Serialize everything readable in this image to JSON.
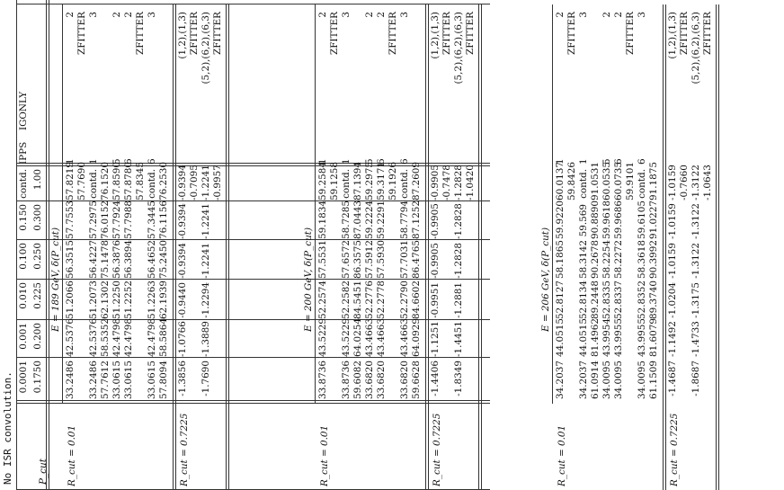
{
  "title": "No ISR convolution.",
  "header": {
    "pcut_label": "P_cut",
    "pcut_values_row1": [
      "0.0001",
      "0.001",
      "0.010",
      "0.100",
      "0.150"
    ],
    "pcut_values_row2": [
      "0.1750",
      "0.200",
      "0.225",
      "0.250",
      "0.300"
    ],
    "contd_row1": "contd.",
    "contd_row2": "1.00",
    "ipps": "IPPS",
    "igonly": "IGONLY"
  },
  "sections": [
    {
      "energy_label": "E = 189 GeV, δ(P_cut)",
      "rcut_001_label": "R_cut = 0.01",
      "rcut_07_label": "R_cut = 0.7225",
      "rows_001": [
        {
          "c": [
            "33.2486",
            "42.5376",
            "51.2066",
            "56.3515",
            "57.7553",
            "57.8219"
          ],
          "ipps": "1",
          "igonly": "2"
        },
        {
          "c": [
            "",
            "",
            "",
            "",
            "",
            "57.7690"
          ],
          "ipps": "",
          "igonly": "ZFITTER"
        },
        {
          "c": [
            "33.2486",
            "42.5376",
            "51.2073",
            "56.4227",
            "57.2975",
            "contd."
          ],
          "ipps": "1",
          "igonly": "3"
        },
        {
          "c": [
            "57.7612",
            "58.5352",
            "62.1302",
            "75.1478",
            "76.0152",
            "76.1520"
          ],
          "ipps": "",
          "igonly": ""
        },
        {
          "c": [
            "33.0615",
            "42.4798",
            "51.2250",
            "56.3876",
            "57.7924",
            "57.8590"
          ],
          "ipps": "5",
          "igonly": "2"
        },
        {
          "c": [
            "33.0615",
            "42.4798",
            "51.2252",
            "56.3894",
            "57.7988",
            "57.8780"
          ],
          "ipps": "6",
          "igonly": "2"
        },
        {
          "c": [
            "",
            "",
            "",
            "",
            "",
            "57.8345"
          ],
          "ipps": "",
          "igonly": "ZFITTER"
        },
        {
          "c": [
            "33.0615",
            "42.4798",
            "51.2263",
            "56.4652",
            "57.3445",
            "contd."
          ],
          "ipps": "6",
          "igonly": "3"
        },
        {
          "c": [
            "57.8094",
            "58.5864",
            "62.1939",
            "75.2450",
            "76.1156",
            "76.2530"
          ],
          "ipps": "",
          "igonly": ""
        }
      ],
      "rows_07": [
        {
          "c": [
            "-1.3856",
            "-1.0766",
            "-0.9440",
            "-0.9394",
            "-0.9394",
            "-0.9394"
          ],
          "right": "(1,2),(1,3)"
        },
        {
          "c": [
            "",
            "",
            "",
            "",
            "",
            "-0.7095"
          ],
          "right": "ZFITTER"
        },
        {
          "c": [
            "-1.7690",
            "-1.3889",
            "-1.2294",
            "-1.2241",
            "-1.2241",
            "-1.2241"
          ],
          "right": "(5,2),(6,2),(6,3)"
        },
        {
          "c": [
            "",
            "",
            "",
            "",
            "",
            "-0.9957"
          ],
          "right": "ZFITTER"
        }
      ]
    },
    {
      "energy_label": "E = 200 GeV, δ(P_cut)",
      "rcut_001_label": "R_cut = 0.01",
      "rcut_07_label": "R_cut = 0.7225",
      "rows_001": [
        {
          "c": [
            "33.8736",
            "43.5229",
            "52.2574",
            "57.5531",
            "59.1834",
            "59.2584"
          ],
          "ipps": "1",
          "igonly": "2"
        },
        {
          "c": [
            "",
            "",
            "",
            "",
            "",
            "59.1258"
          ],
          "ipps": "",
          "igonly": "ZFITTER"
        },
        {
          "c": [
            "33.8736",
            "43.5229",
            "52.2582",
            "57.6572",
            "58.7285",
            "contd."
          ],
          "ipps": "1",
          "igonly": "3"
        },
        {
          "c": [
            "59.6082",
            "64.0254",
            "84.5451",
            "86.3575",
            "87.0443",
            "87.1394"
          ],
          "ipps": "",
          "igonly": ""
        },
        {
          "c": [
            "33.6820",
            "43.4663",
            "52.2776",
            "57.5912",
            "59.2224",
            "59.2975"
          ],
          "ipps": "5",
          "igonly": "2"
        },
        {
          "c": [
            "33.6820",
            "43.4663",
            "52.2778",
            "57.5930",
            "59.2291",
            "59.3171"
          ],
          "ipps": "6",
          "igonly": "2"
        },
        {
          "c": [
            "",
            "",
            "",
            "",
            "",
            "59.1926"
          ],
          "ipps": "",
          "igonly": "ZFITTER"
        },
        {
          "c": [
            "33.6820",
            "43.4663",
            "52.2790",
            "57.7031",
            "58.7794",
            "contd."
          ],
          "ipps": "6",
          "igonly": "3"
        },
        {
          "c": [
            "59.6628",
            "64.0929",
            "84.6602",
            "86.4765",
            "87.1252",
            "87.2609"
          ],
          "ipps": "",
          "igonly": ""
        }
      ],
      "rows_07": [
        {
          "c": [
            "-1.4406",
            "-1.1251",
            "-0.9951",
            "-0.9905",
            "-0.9905",
            "-0.9905"
          ],
          "right": "(1,2),(1,3)"
        },
        {
          "c": [
            "",
            "",
            "",
            "",
            "",
            "-0.7478"
          ],
          "right": "ZFITTER"
        },
        {
          "c": [
            "-1.8349",
            "-1.4451",
            "-1.2881",
            "-1.2828",
            "-1.2828",
            "-1.2828"
          ],
          "right": "(5,2),(6,2),(6,3)"
        },
        {
          "c": [
            "",
            "",
            "",
            "",
            "",
            "-1.0420"
          ],
          "right": "ZFITTER"
        }
      ]
    },
    {
      "energy_label": "E = 206 GeV, δ(P_cut)",
      "rcut_001_label": "R_cut = 0.01",
      "rcut_07_label": "R_cut = 0.7225",
      "rows_001": [
        {
          "c": [
            "34.2037",
            "44.0515",
            "52.8127",
            "58.1865",
            "59.9220",
            "60.0137"
          ],
          "ipps": "1",
          "igonly": "2"
        },
        {
          "c": [
            "",
            "",
            "",
            "",
            "",
            "59.8426"
          ],
          "ipps": "",
          "igonly": "ZFITTER"
        },
        {
          "c": [
            "34.2037",
            "44.0515",
            "52.8134",
            "58.3142",
            "59.569",
            "contd."
          ],
          "ipps": "1",
          "igonly": "3"
        },
        {
          "c": [
            "61.0914",
            "81.4962",
            "89.2448",
            "90.2678",
            "90.8890",
            "91.0531"
          ],
          "ipps": "",
          "igonly": ""
        },
        {
          "c": [
            "34.0095",
            "43.9954",
            "52.8335",
            "58.2254",
            "59.9618",
            "60.0535"
          ],
          "ipps": "5",
          "igonly": "2"
        },
        {
          "c": [
            "34.0095",
            "43.9955",
            "52.8337",
            "58.2272",
            "59.9686",
            "60.0735"
          ],
          "ipps": "6",
          "igonly": "2"
        },
        {
          "c": [
            "",
            "",
            "",
            "",
            "",
            "59.9101"
          ],
          "ipps": "",
          "igonly": "ZFITTER"
        },
        {
          "c": [
            "34.0095",
            "43.9955",
            "52.8352",
            "58.3618",
            "59.6105",
            "contd."
          ],
          "ipps": "6",
          "igonly": "3"
        },
        {
          "c": [
            "61.1509",
            "81.6079",
            "89.3740",
            "90.3992",
            "91.0227",
            "91.1875"
          ],
          "ipps": "",
          "igonly": ""
        }
      ],
      "rows_07": [
        {
          "c": [
            "-1.4687",
            "-1.1492",
            "-1.0204",
            "-1.0159",
            "-1.0159",
            "-1.0159"
          ],
          "right": "(1,2),(1,3)"
        },
        {
          "c": [
            "",
            "",
            "",
            "",
            "",
            "-0.7660"
          ],
          "right": "ZFITTER"
        },
        {
          "c": [
            "-1.8687",
            "-1.4733",
            "-1.3175",
            "-1.3122",
            "-1.3122",
            "-1.3122"
          ],
          "right": "(5,2),(6,2),(6,3)"
        },
        {
          "c": [
            "",
            "",
            "",
            "",
            "",
            "-1.0643"
          ],
          "right": "ZFITTER"
        }
      ]
    }
  ]
}
